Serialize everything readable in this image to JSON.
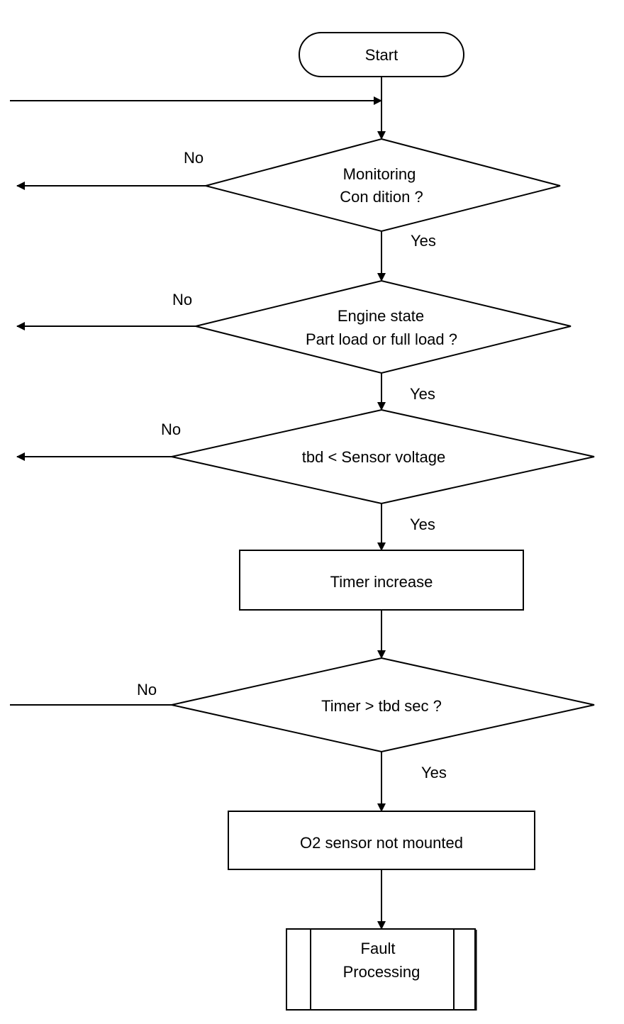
{
  "nodes": {
    "start": {
      "label": "Start"
    },
    "monitoring": {
      "lines": [
        "Monitoring",
        "Con dition ?"
      ]
    },
    "engine_state": {
      "lines": [
        "Engine state",
        "Part load or full load ?"
      ]
    },
    "voltage_check": {
      "label": "tbd < Sensor voltage"
    },
    "timer_increase": {
      "label": "Timer increase"
    },
    "timer_check": {
      "label": "Timer > tbd sec ?"
    },
    "not_mounted": {
      "label": "O2 sensor not mounted"
    },
    "fault_processing": {
      "lines": [
        "Fault",
        "Processing"
      ]
    }
  },
  "edge_labels": {
    "monitoring_no": "No",
    "monitoring_yes": "Yes",
    "engine_no": "No",
    "engine_yes": "Yes",
    "voltage_no": "No",
    "voltage_yes": "Yes",
    "timer_no": "No",
    "timer_yes": "Yes"
  }
}
